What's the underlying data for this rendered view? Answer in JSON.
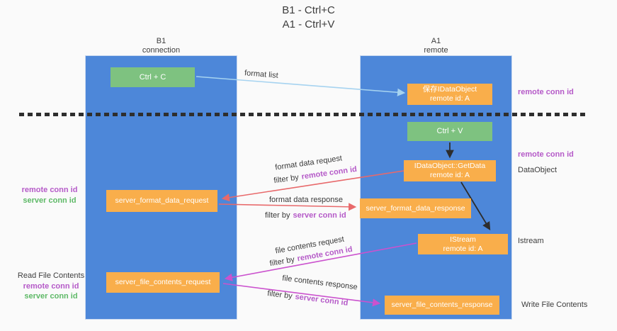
{
  "title": {
    "line1": "B1 - Ctrl+C",
    "line2": "A1 - Ctrl+V"
  },
  "columns": {
    "left": {
      "name": "B1",
      "role": "connection"
    },
    "right": {
      "name": "A1",
      "role": "remote"
    }
  },
  "boxes": {
    "ctrl_c": {
      "label": "Ctrl + C"
    },
    "save_idataobject": {
      "line1": "保存IDataObject",
      "line2": "remote id: A"
    },
    "ctrl_v": {
      "label": "Ctrl + V"
    },
    "getdata": {
      "line1": "IDataObject::GetData",
      "line2": "remote id: A"
    },
    "server_format_data_request": {
      "label": "server_format_data_request"
    },
    "server_format_data_response": {
      "label": "server_format_data_response"
    },
    "istream": {
      "line1": "IStream",
      "line2": "remote id: A"
    },
    "server_file_contents_request": {
      "label": "server_file_contents_request"
    },
    "server_file_contents_response": {
      "label": "server_file_contents_response"
    }
  },
  "arrow_labels": {
    "format_list": "format list",
    "format_data_request": "format data request",
    "format_data_response": "format data response",
    "file_contents_request": "file contents request",
    "file_contents_response": "file contents response",
    "filter_by": "filter by",
    "remote_conn_id": "remote conn id",
    "server_conn_id": "server conn id"
  },
  "side_labels": {
    "remote_conn_id_top": "remote conn id",
    "remote_conn_id_mid": "remote conn id",
    "dataobject": "DataObject",
    "istream": "Istream",
    "write_file_contents": "Write File Contents",
    "left_remote_conn_id_1": "remote conn id",
    "left_server_conn_id_1": "server conn id",
    "read_file_contents": "Read File Contents",
    "left_remote_conn_id_2": "remote conn id",
    "left_server_conn_id_2": "server conn id"
  },
  "colors": {
    "column_blue": "#4d87d9",
    "box_orange": "#f9ae4b",
    "box_green": "#7ec280",
    "arrow_light_blue": "#a6d3f0",
    "arrow_red": "#e8696b",
    "arrow_magenta": "#cb52ce",
    "arrow_black": "#2d2d2d",
    "accent_purple": "#b55ac8",
    "accent_green": "#5eb967",
    "background": "#fafafa"
  }
}
